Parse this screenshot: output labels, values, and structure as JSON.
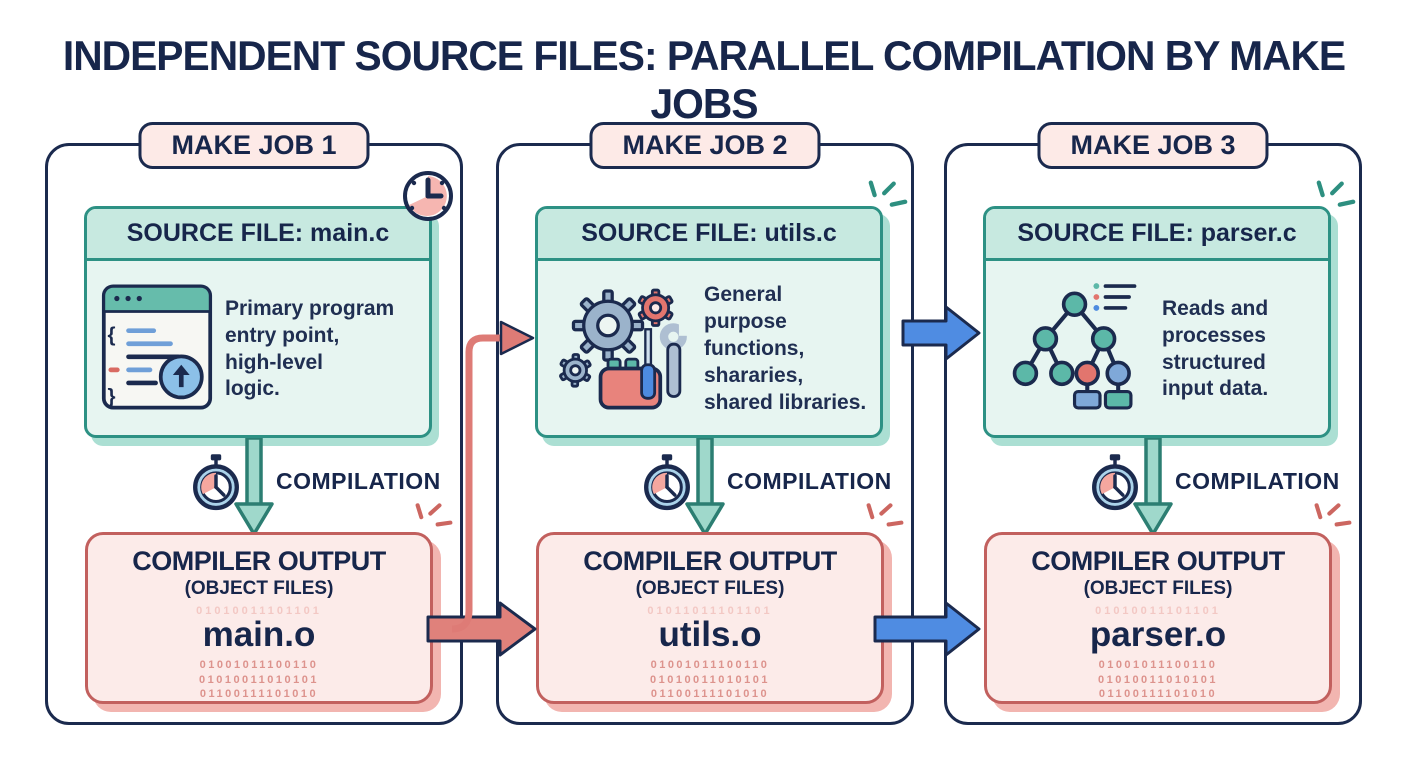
{
  "title": "INDEPENDENT SOURCE FILES: PARALLEL COMPILATION BY MAKE JOBS",
  "palette": {
    "navy": "#1b2a4e",
    "teal_border": "#2d9184",
    "teal_header_fill": "#c7e9e0",
    "teal_body_fill": "#e7f5f1",
    "pink_badge_fill": "#fdeae7",
    "output_border": "#c2605e",
    "output_fill": "#fcebe9",
    "red_arrow": "#e0817b",
    "blue_arrow": "#4f8ce2",
    "teal_arrow": "#9fd8cb"
  },
  "columns": [
    {
      "job_label": "MAKE JOB 1",
      "source": {
        "header": "SOURCE FILE: main.c",
        "description": "Primary program\nentry point,\nhigh-level\nlogic.",
        "icon": "code-editor-icon"
      },
      "compilation_label": "COMPILATION",
      "output": {
        "title": "COMPILER OUTPUT",
        "subtitle": "(OBJECT FILES)",
        "binary_faint": "01010011101101",
        "object_file": "main.o",
        "binary_lines": [
          "01001011100110",
          "01010011010101",
          "01100111101010"
        ]
      }
    },
    {
      "job_label": "MAKE JOB 2",
      "source": {
        "header": "SOURCE FILE: utils.c",
        "description": "General purpose\nfunctions,\nshararies,\nshared libraries.",
        "icon": "gears-tools-icon"
      },
      "compilation_label": "COMPILATION",
      "output": {
        "title": "COMPILER OUTPUT",
        "subtitle": "(OBJECT FILES)",
        "binary_faint": "01011011101101",
        "object_file": "utils.o",
        "binary_lines": [
          "01001011100110",
          "01010011010101",
          "01100111101010"
        ]
      }
    },
    {
      "job_label": "MAKE JOB 3",
      "source": {
        "header": "SOURCE FILE: parser.c",
        "description": "Reads and\nprocesses\nstructured\ninput data.",
        "icon": "parse-tree-icon"
      },
      "compilation_label": "COMPILATION",
      "output": {
        "title": "COMPILER OUTPUT",
        "subtitle": "(OBJECT FILES)",
        "binary_faint": "01010011101101",
        "object_file": "parser.o",
        "binary_lines": [
          "01001011100110",
          "01010011010101",
          "01100111101010"
        ]
      }
    }
  ],
  "arrows": [
    {
      "from": "main.o",
      "to": "SOURCE FILE: utils.c",
      "color": "#e0817b",
      "shape": "elbow-up"
    },
    {
      "from": "main.o",
      "to": "utils.o",
      "color": "#e0817b",
      "shape": "straight"
    },
    {
      "from": "MAKE JOB 2",
      "to": "SOURCE FILE: parser.c",
      "color": "#4f8ce2",
      "shape": "straight"
    },
    {
      "from": "utils.o",
      "to": "parser.o",
      "color": "#4f8ce2",
      "shape": "straight"
    }
  ]
}
